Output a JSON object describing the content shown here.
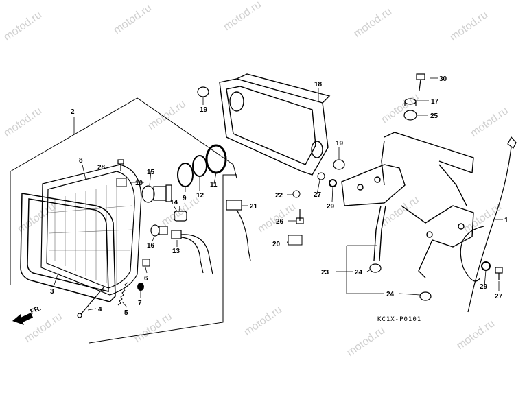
{
  "watermark": "motod.ru",
  "diagram_code": "KC1X-P0101",
  "direction_label": "FR.",
  "callouts": {
    "n1": "1",
    "n2": "2",
    "n3": "3",
    "n4": "4",
    "n5": "5",
    "n6": "6",
    "n7": "7",
    "n8": "8",
    "n9": "9",
    "n10": "10",
    "n11": "11",
    "n12": "12",
    "n13": "13",
    "n14": "14",
    "n15": "15",
    "n16": "16",
    "n17": "17",
    "n18": "18",
    "n19": "19",
    "n20": "20",
    "n21": "21",
    "n22": "22",
    "n23": "23",
    "n24": "24",
    "n25": "25",
    "n26": "26",
    "n27": "27",
    "n28": "28",
    "n29": "29",
    "n30": "30"
  }
}
